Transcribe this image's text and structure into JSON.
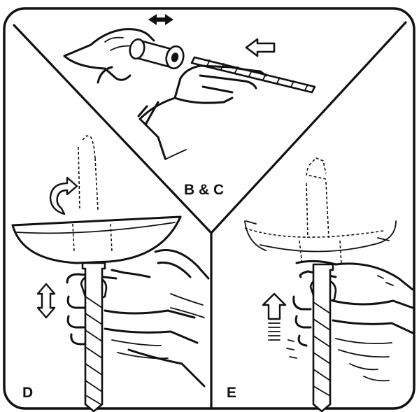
{
  "panels": {
    "top": {
      "label": "B & C"
    },
    "left": {
      "label": "D"
    },
    "right": {
      "label": "E"
    }
  }
}
